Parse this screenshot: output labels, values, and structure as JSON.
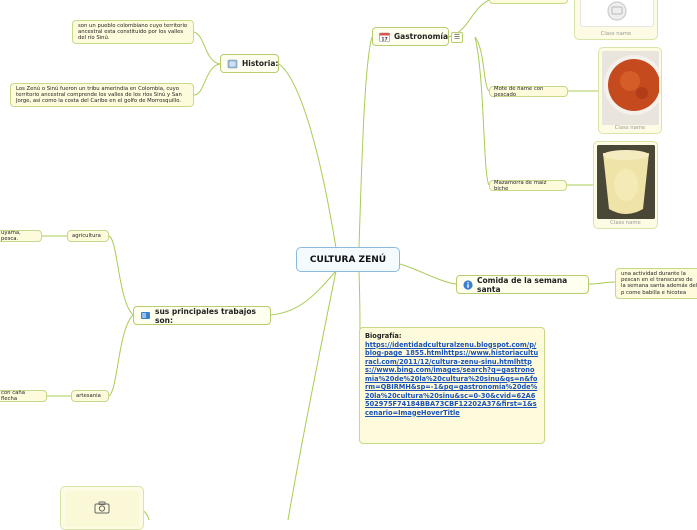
{
  "central": {
    "label": "CULTURA ZENÚ"
  },
  "historia": {
    "label": "Historia:",
    "icon": "notebook-icon",
    "notes": [
      "son un pueblo colombiano cuyo territorio ancestral esta constituido por los valles del río Sinú.",
      "Los Zenú o Sinú fueron un tribu amerindia en Colombia, cuyo territorio ancestral comprende los valles de los ríos Sinú y San Jorge, así como la costa del Caribe en el golfo de Morrosquillo."
    ]
  },
  "trabajos": {
    "label": "sus principales trabajos son:",
    "icon": "book-icon",
    "items": [
      {
        "label": "agricultura",
        "detail": "uyama, pesca."
      },
      {
        "label": "artesania",
        "detail": "con caña flecha"
      }
    ]
  },
  "gastronomia": {
    "label": "Gastronomía",
    "icon": "calendar-icon",
    "badge_icon": "list-icon",
    "items": [
      {
        "label": "Mote de ñame con pescado",
        "image_caption": "Class name",
        "image_icon": "sauce-bowl-image"
      },
      {
        "label": "Mazamorra de maiz biche",
        "image_caption": "Class name",
        "image_icon": "porridge-image"
      }
    ],
    "top_card_caption": "Class name",
    "top_card_icon": "placeholder-image-icon"
  },
  "semana_santa": {
    "label": "Comida de la semana santa",
    "icon": "info-icon",
    "detail": "una actividad durante la pescan en el transcurso de la semana santa además del p come babilla e hicotea"
  },
  "biografia": {
    "title": "Biografía:",
    "link": "https://identidadculturalzenu.blogspot.com/p/blog-page_1855.htmlhttps://www.historiaculturacl.com/2011/12/cultura-zenu-sinu.htmlhttps://www.bing.com/images/search?q=gastronomia%20de%20la%20cultura%20sinu&qs=n&form=QBIRMH&sp=-1&pq=gastronomia%20de%20la%20cultura%20sinu&sc=0-30&cvid=62A6502975F74184BBA73CBF12202A37&first=1&scenario=ImageHoverTitle"
  },
  "bottom_card": {
    "icon": "camera-icon"
  },
  "colors": {
    "line": "#9fc53c",
    "node_border": "#c8d88a",
    "node_bg": "#fdfbdc",
    "central_border": "#8cbbe0",
    "link": "#1a52b8"
  }
}
